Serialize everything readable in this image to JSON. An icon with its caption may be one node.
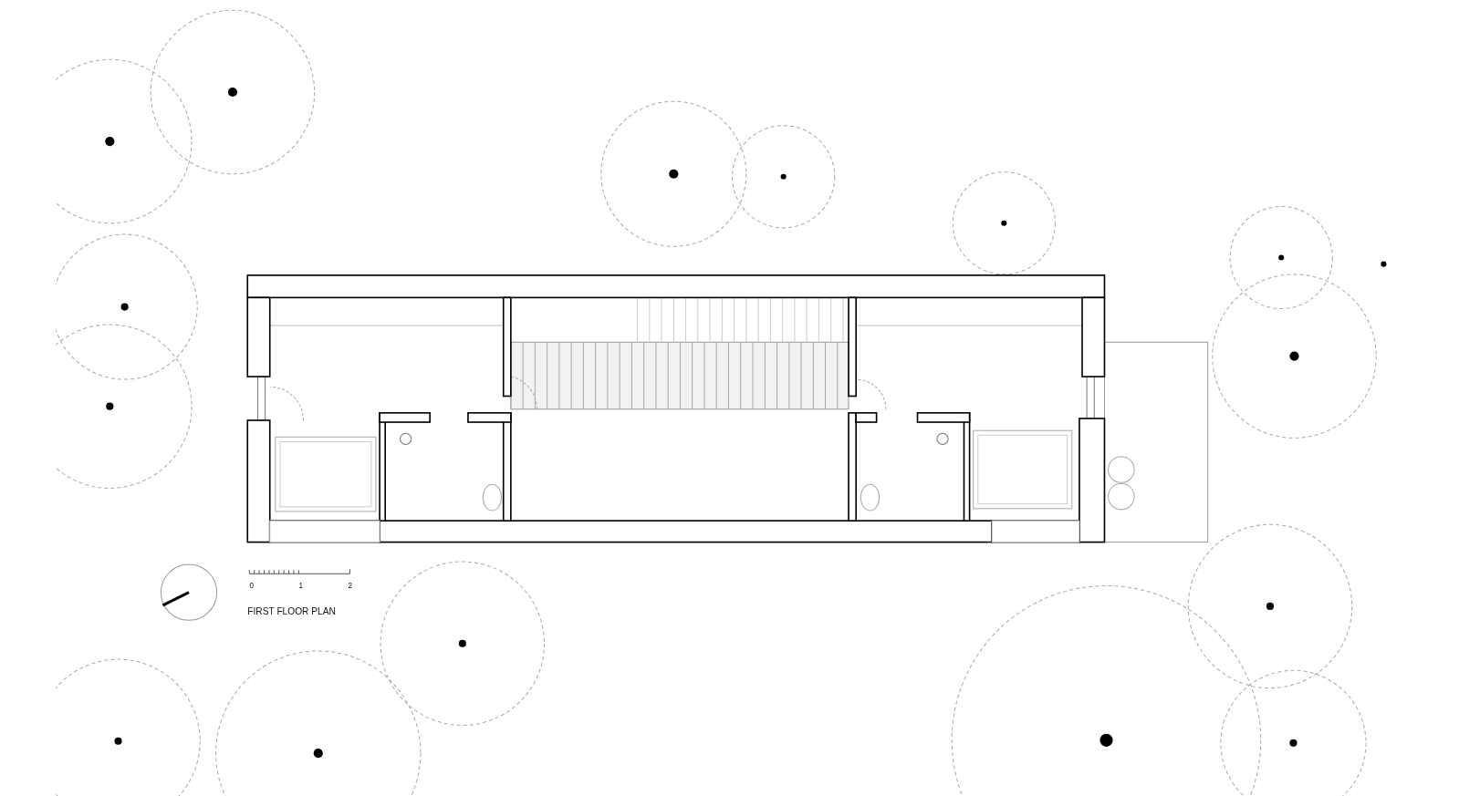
{
  "diagram": {
    "labels": [
      "0",
      "1",
      "2",
      "FIRST FLOOR PLAN"
    ]
  }
}
